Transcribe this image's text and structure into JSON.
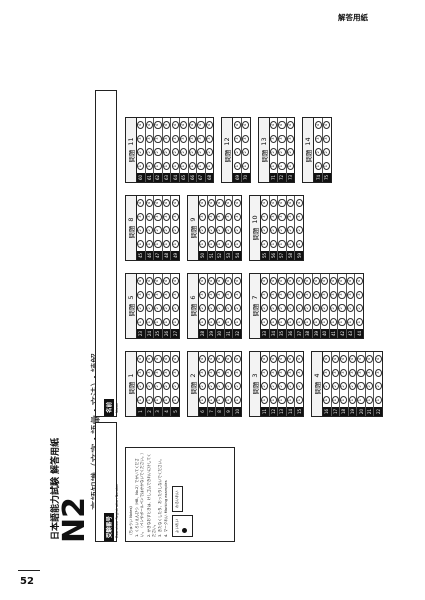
{
  "page": {
    "corner_label": "解答用紙",
    "page_number": "52"
  },
  "exam": {
    "title": "日本語能力試験 解答用紙",
    "level": "N2",
    "subject": "言語知識（文字・語彙・文法）・読解"
  },
  "examinee_number": {
    "label": "受験番号",
    "sub": "Examinee Registration Number"
  },
  "name_box": {
    "label": "名前",
    "sub": "Name"
  },
  "notes": {
    "heading": "〈ちゅうい Notes〉",
    "items": [
      "1. くろいえんぴつ（HB、No.2）でかいてください。（ペンやボールペンではかかないでください。）",
      "2. かきなおすときは、けしゴムできれいにけしてください。",
      "3. きたなくしたり、おったりしないでください。",
      "4. マークれい Marking examples"
    ],
    "good_label": "よいれい",
    "bad_label": "わるいれい"
  },
  "section_prefix": "問題",
  "options": [
    "1",
    "2",
    "3",
    "4"
  ],
  "columns": [
    {
      "sections": [
        {
          "number": "1",
          "questions": [
            "1",
            "2",
            "3",
            "4",
            "5"
          ]
        },
        {
          "number": "2",
          "questions": [
            "6",
            "7",
            "8",
            "9",
            "10"
          ]
        },
        {
          "number": "3",
          "questions": [
            "11",
            "12",
            "13",
            "14",
            "15"
          ]
        },
        {
          "number": "4",
          "questions": [
            "16",
            "17",
            "18",
            "19",
            "20",
            "21",
            "22"
          ]
        }
      ]
    },
    {
      "sections": [
        {
          "number": "5",
          "questions": [
            "23",
            "24",
            "25",
            "26",
            "27"
          ]
        },
        {
          "number": "6",
          "questions": [
            "28",
            "29",
            "30",
            "31",
            "32"
          ]
        },
        {
          "number": "7",
          "questions": [
            "33",
            "34",
            "35",
            "36",
            "37",
            "38",
            "39",
            "40",
            "41",
            "42",
            "43",
            "44"
          ]
        }
      ]
    },
    {
      "sections": [
        {
          "number": "8",
          "questions": [
            "45",
            "46",
            "47",
            "48",
            "49"
          ]
        },
        {
          "number": "9",
          "questions": [
            "50",
            "51",
            "52",
            "53",
            "54"
          ]
        },
        {
          "number": "10",
          "questions": [
            "55",
            "56",
            "57",
            "58",
            "59"
          ]
        }
      ]
    },
    {
      "sections": [
        {
          "number": "11",
          "questions": [
            "60",
            "61",
            "62",
            "63",
            "64",
            "65",
            "66",
            "67",
            "68"
          ]
        },
        {
          "number": "12",
          "questions": [
            "69",
            "70"
          ]
        },
        {
          "number": "13",
          "questions": [
            "71",
            "72",
            "73"
          ]
        },
        {
          "number": "14",
          "questions": [
            "74",
            "75"
          ]
        }
      ]
    }
  ]
}
